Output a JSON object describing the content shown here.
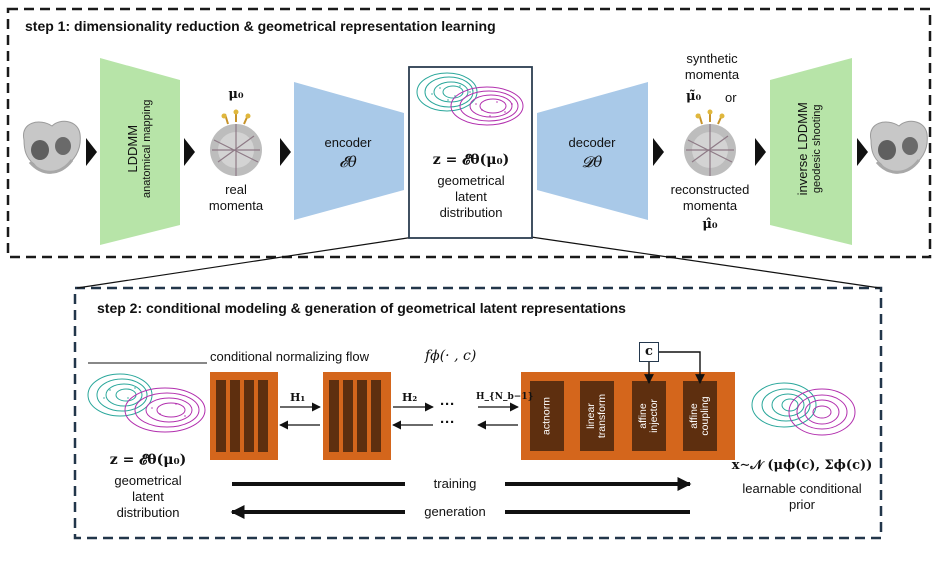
{
  "step1": {
    "title": "step 1: dimensionality reduction & geometrical representation learning",
    "lddmm_title": "LDDMM",
    "lddmm_subtitle": "anatomical mapping",
    "mu0": "μ₀",
    "real_label": "real",
    "momenta_label": "momenta",
    "encoder_label": "encoder",
    "encoder_symbol": "𝓔θ",
    "latent_eq": "z = 𝓔θ(μ₀)",
    "geometrical": "geometrical",
    "latent": "latent",
    "distribution": "distribution",
    "decoder_label": "decoder",
    "decoder_symbol": "𝓓θ",
    "synthetic": "synthetic",
    "synthetic_momenta": "momenta",
    "mu_tilde": "μ̃₀",
    "or_label": "or",
    "reconstructed": "reconstructed",
    "reconstructed_momenta": "momenta",
    "mu_hat": "μ̂₀",
    "inverse_title": "inverse LDDMM",
    "inverse_subtitle": "geodesic shooting"
  },
  "step2": {
    "title": "step 2: conditional modeling & generation of geometrical latent representations",
    "flow_label": "conditional normalizing flow",
    "flow_symbol": "fϕ(· , c)",
    "h1": "H₁",
    "h2": "H₂",
    "hn": "H_{N_b−1}",
    "dots1": "···",
    "dots2": "···",
    "c_label": "c",
    "actnorm": "actnorm",
    "linear": "linear",
    "transform": "transform",
    "affine1": "affine",
    "injector": "injector",
    "affine2": "affine",
    "coupling": "coupling",
    "latent_eq": "z = 𝓔θ(μ₀)",
    "geometrical": "geometrical",
    "latent": "latent",
    "distribution": "distribution",
    "training": "training",
    "generation": "generation",
    "prior_eq": "x∼𝒩 (μϕ(c), Σϕ(c))",
    "learnable": "learnable conditional",
    "prior": "prior"
  },
  "colors": {
    "green": "#b7e4a8",
    "blue": "#a9c9e8",
    "orange": "#d4661c",
    "brown": "#5e2f0f",
    "teal": "#2aa79b",
    "magenta": "#b22fae",
    "border": "#1a2533"
  }
}
